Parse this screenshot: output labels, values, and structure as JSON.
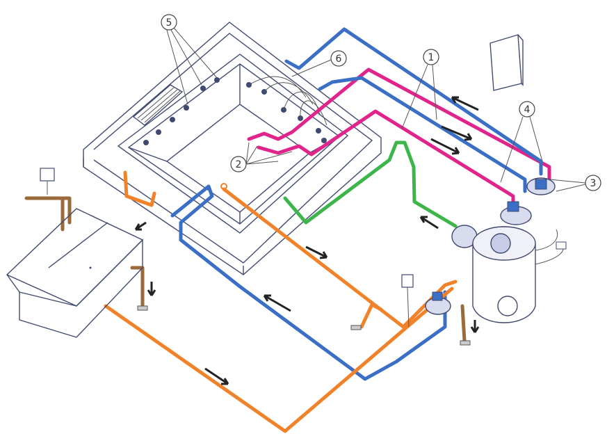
{
  "colors": {
    "blue_pipe": "#3b6fc6",
    "magenta_pipe": "#e0248c",
    "green_pipe": "#3cb54a",
    "orange_pipe": "#f0822a",
    "brown_pipe": "#9a6a3a",
    "spa_fill": "#c9cce6",
    "outline": "#3f4a70"
  },
  "callouts": [
    {
      "label": "1"
    },
    {
      "label": "2"
    },
    {
      "label": "3"
    },
    {
      "label": "4"
    },
    {
      "label": "5"
    },
    {
      "label": "6"
    }
  ],
  "icons": [
    "pump-icon",
    "filter-icon",
    "control-box-icon",
    "balance-tank-icon",
    "drain-icon",
    "flow-arrow-icon"
  ]
}
